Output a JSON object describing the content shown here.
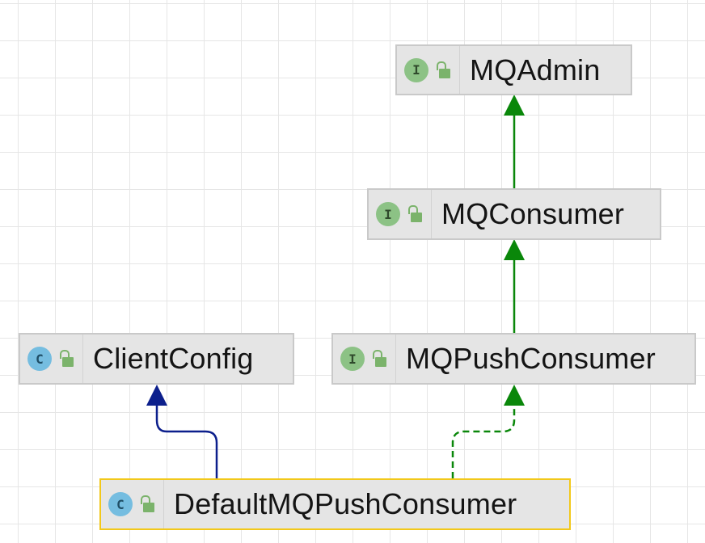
{
  "diagram": {
    "nodes": {
      "mqadmin": {
        "kind": "interface",
        "badge": "I",
        "name": "MQAdmin"
      },
      "mqconsumer": {
        "kind": "interface",
        "badge": "I",
        "name": "MQConsumer"
      },
      "clientconfig": {
        "kind": "class",
        "badge": "C",
        "name": "ClientConfig"
      },
      "mqpushconsumer": {
        "kind": "interface",
        "badge": "I",
        "name": "MQPushConsumer"
      },
      "defaultmqpushconsumer": {
        "kind": "class",
        "badge": "C",
        "name": "DefaultMQPushConsumer",
        "selected": true
      }
    },
    "edges": [
      {
        "from": "MQConsumer",
        "to": "MQAdmin",
        "relation": "extends",
        "color": "#0a870a",
        "style": "solid"
      },
      {
        "from": "MQPushConsumer",
        "to": "MQConsumer",
        "relation": "extends",
        "color": "#0a870a",
        "style": "solid"
      },
      {
        "from": "DefaultMQPushConsumer",
        "to": "ClientConfig",
        "relation": "extends",
        "color": "#0c1f8c",
        "style": "solid"
      },
      {
        "from": "DefaultMQPushConsumer",
        "to": "MQPushConsumer",
        "relation": "implements",
        "color": "#0a870a",
        "style": "dashed"
      }
    ]
  }
}
